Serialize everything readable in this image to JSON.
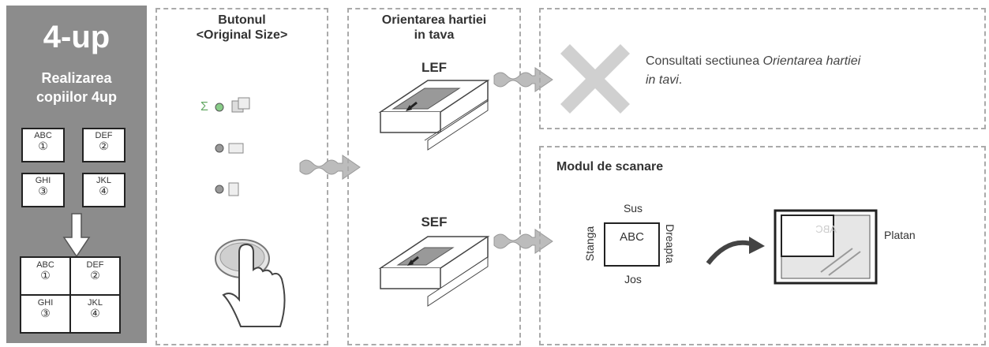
{
  "side": {
    "title": "4-up",
    "subtitle_l1": "Realizarea",
    "subtitle_l2": "copiilor 4up",
    "cards": [
      {
        "text": "ABC",
        "num": "①"
      },
      {
        "text": "DEF",
        "num": "②"
      },
      {
        "text": "GHI",
        "num": "③"
      },
      {
        "text": "JKL",
        "num": "④"
      }
    ]
  },
  "col1": {
    "title_l1": "Butonul",
    "title_l2": "<Original Size>"
  },
  "col2": {
    "title_l1": "Orientarea hartiei",
    "title_l2": "in tava",
    "lef": "LEF",
    "sef": "SEF"
  },
  "note": {
    "prefix": "Consultati sectiunea ",
    "italic": "Orientarea hartiei",
    "italic2": "in tavi",
    "suffix": "."
  },
  "scan": {
    "title": "Modul de scanare",
    "top": "Sus",
    "bottom": "Jos",
    "left": "Stanga",
    "right": "Dreapta",
    "doc": "ABC",
    "platen": "Platan"
  }
}
